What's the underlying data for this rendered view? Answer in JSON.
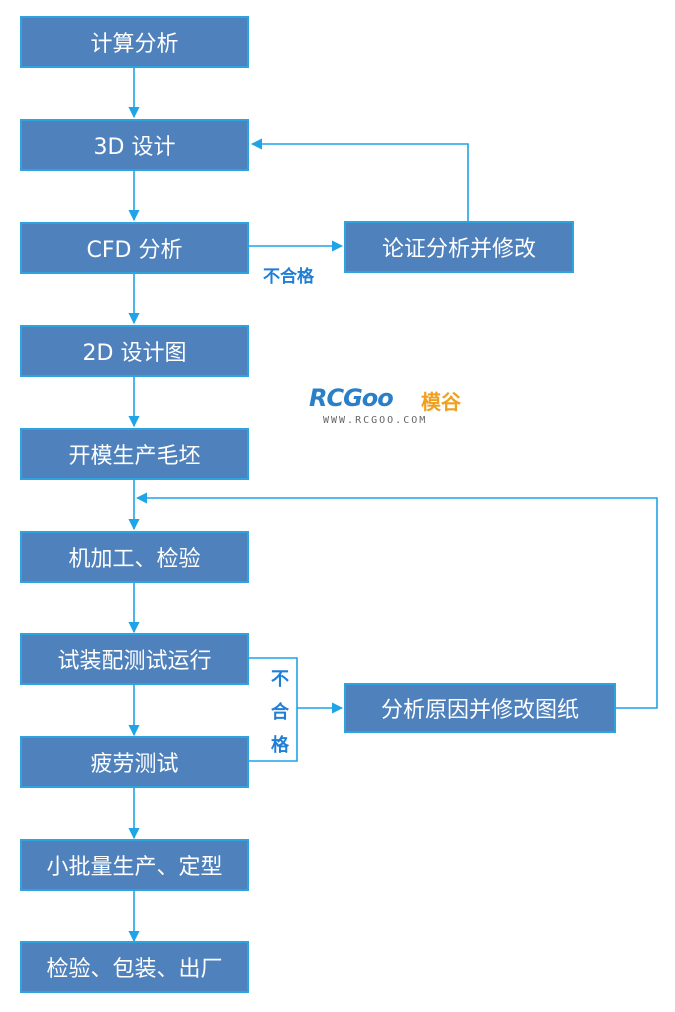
{
  "steps": {
    "s1": "计算分析",
    "s2": "3D 设计",
    "s3": "CFD 分析",
    "s4": "2D 设计图",
    "s5": "开模生产毛坯",
    "s6": "机加工、检验",
    "s7": "试装配测试运行",
    "s8": "疲劳测试",
    "s9": "小批量生产、定型",
    "s10": "检验、包装、出厂"
  },
  "side": {
    "revise": "论证分析并修改",
    "analyze_cause": "分析原因并修改图纸"
  },
  "labels": {
    "fail_1": "不合格",
    "fail_2_lines": [
      "不",
      "合",
      "格"
    ]
  },
  "logo": {
    "brand": "RCGoo",
    "chinese": "模谷",
    "url": "WWW.RCGOO.COM"
  },
  "colors": {
    "box_fill": "#4f81bd",
    "box_border": "#2da3e0",
    "arrow": "#1fa4e8",
    "label": "#1f7fd6"
  }
}
